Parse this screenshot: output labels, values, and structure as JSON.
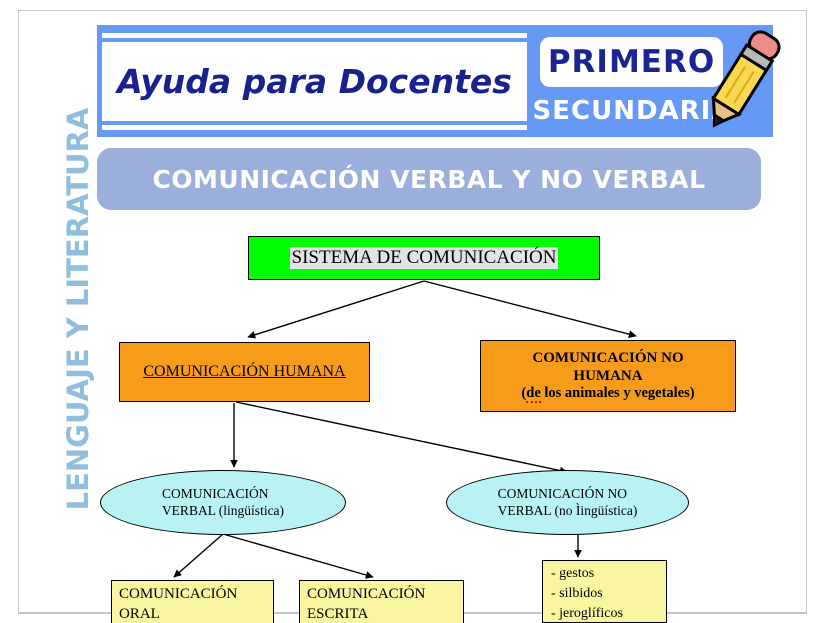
{
  "header": {
    "banner_title": "Ayuda para Docentes",
    "level_primary": "PRIMERO",
    "level_secondary": "SECUNDARIA",
    "pencil_icon": "pencil-icon",
    "banner_bg": "#6699f6",
    "title_color": "#19218c"
  },
  "subtitle": {
    "text": "COMUNICACIÓN VERBAL Y NO VERBAL",
    "bg": "#9aafdc",
    "color": "#ffffff"
  },
  "sidebar": {
    "vertical_label": "LENGUAJE Y LITERATURA",
    "color": "#8fbfdd"
  },
  "chart_data": {
    "type": "diagram",
    "title": "SISTEMA DE COMUNICACIÓN",
    "nodes": [
      {
        "id": "sistema",
        "label": "SISTEMA DE COMUNICACIÓN",
        "shape": "rect",
        "fill": "#00ff00"
      },
      {
        "id": "humana",
        "label": "COMUNICACIÓN HUMANA",
        "shape": "rect",
        "fill": "#f79b1b"
      },
      {
        "id": "no_humana",
        "line1": "COMUNICACIÓN NO",
        "line2": "HUMANA",
        "line3_prefix": "(",
        "line3_spell": "de",
        "line3_rest": " los animales y vegetales)",
        "shape": "rect",
        "fill": "#f79b1b"
      },
      {
        "id": "verbal",
        "line1": "COMUNICACIÓN",
        "line2": "VERBAL (lingüística)",
        "shape": "ellipse",
        "fill": "#b9f2f2"
      },
      {
        "id": "no_verbal",
        "line1": "COMUNICACIÓN NO",
        "line2": "VERBAL (no Ìingüística)",
        "shape": "ellipse",
        "fill": "#b9f2f2"
      },
      {
        "id": "oral",
        "line1": "COMUNICACIÓN",
        "line2": "ORAL",
        "shape": "rect",
        "fill": "#faf5a0"
      },
      {
        "id": "escrita",
        "line1": "COMUNICACIÓN",
        "line2": "ESCRITA",
        "shape": "rect",
        "fill": "#faf5a0"
      },
      {
        "id": "gestos",
        "item1": "- gestos",
        "item2": "- silbidos",
        "item3": "- jeroglíficos",
        "shape": "rect",
        "fill": "#faf5a0"
      }
    ],
    "edges": [
      {
        "from": "sistema",
        "to": "humana"
      },
      {
        "from": "sistema",
        "to": "no_humana"
      },
      {
        "from": "humana",
        "to": "verbal"
      },
      {
        "from": "humana",
        "to": "no_verbal"
      },
      {
        "from": "verbal",
        "to": "oral"
      },
      {
        "from": "verbal",
        "to": "escrita"
      },
      {
        "from": "no_verbal",
        "to": "gestos"
      }
    ]
  }
}
